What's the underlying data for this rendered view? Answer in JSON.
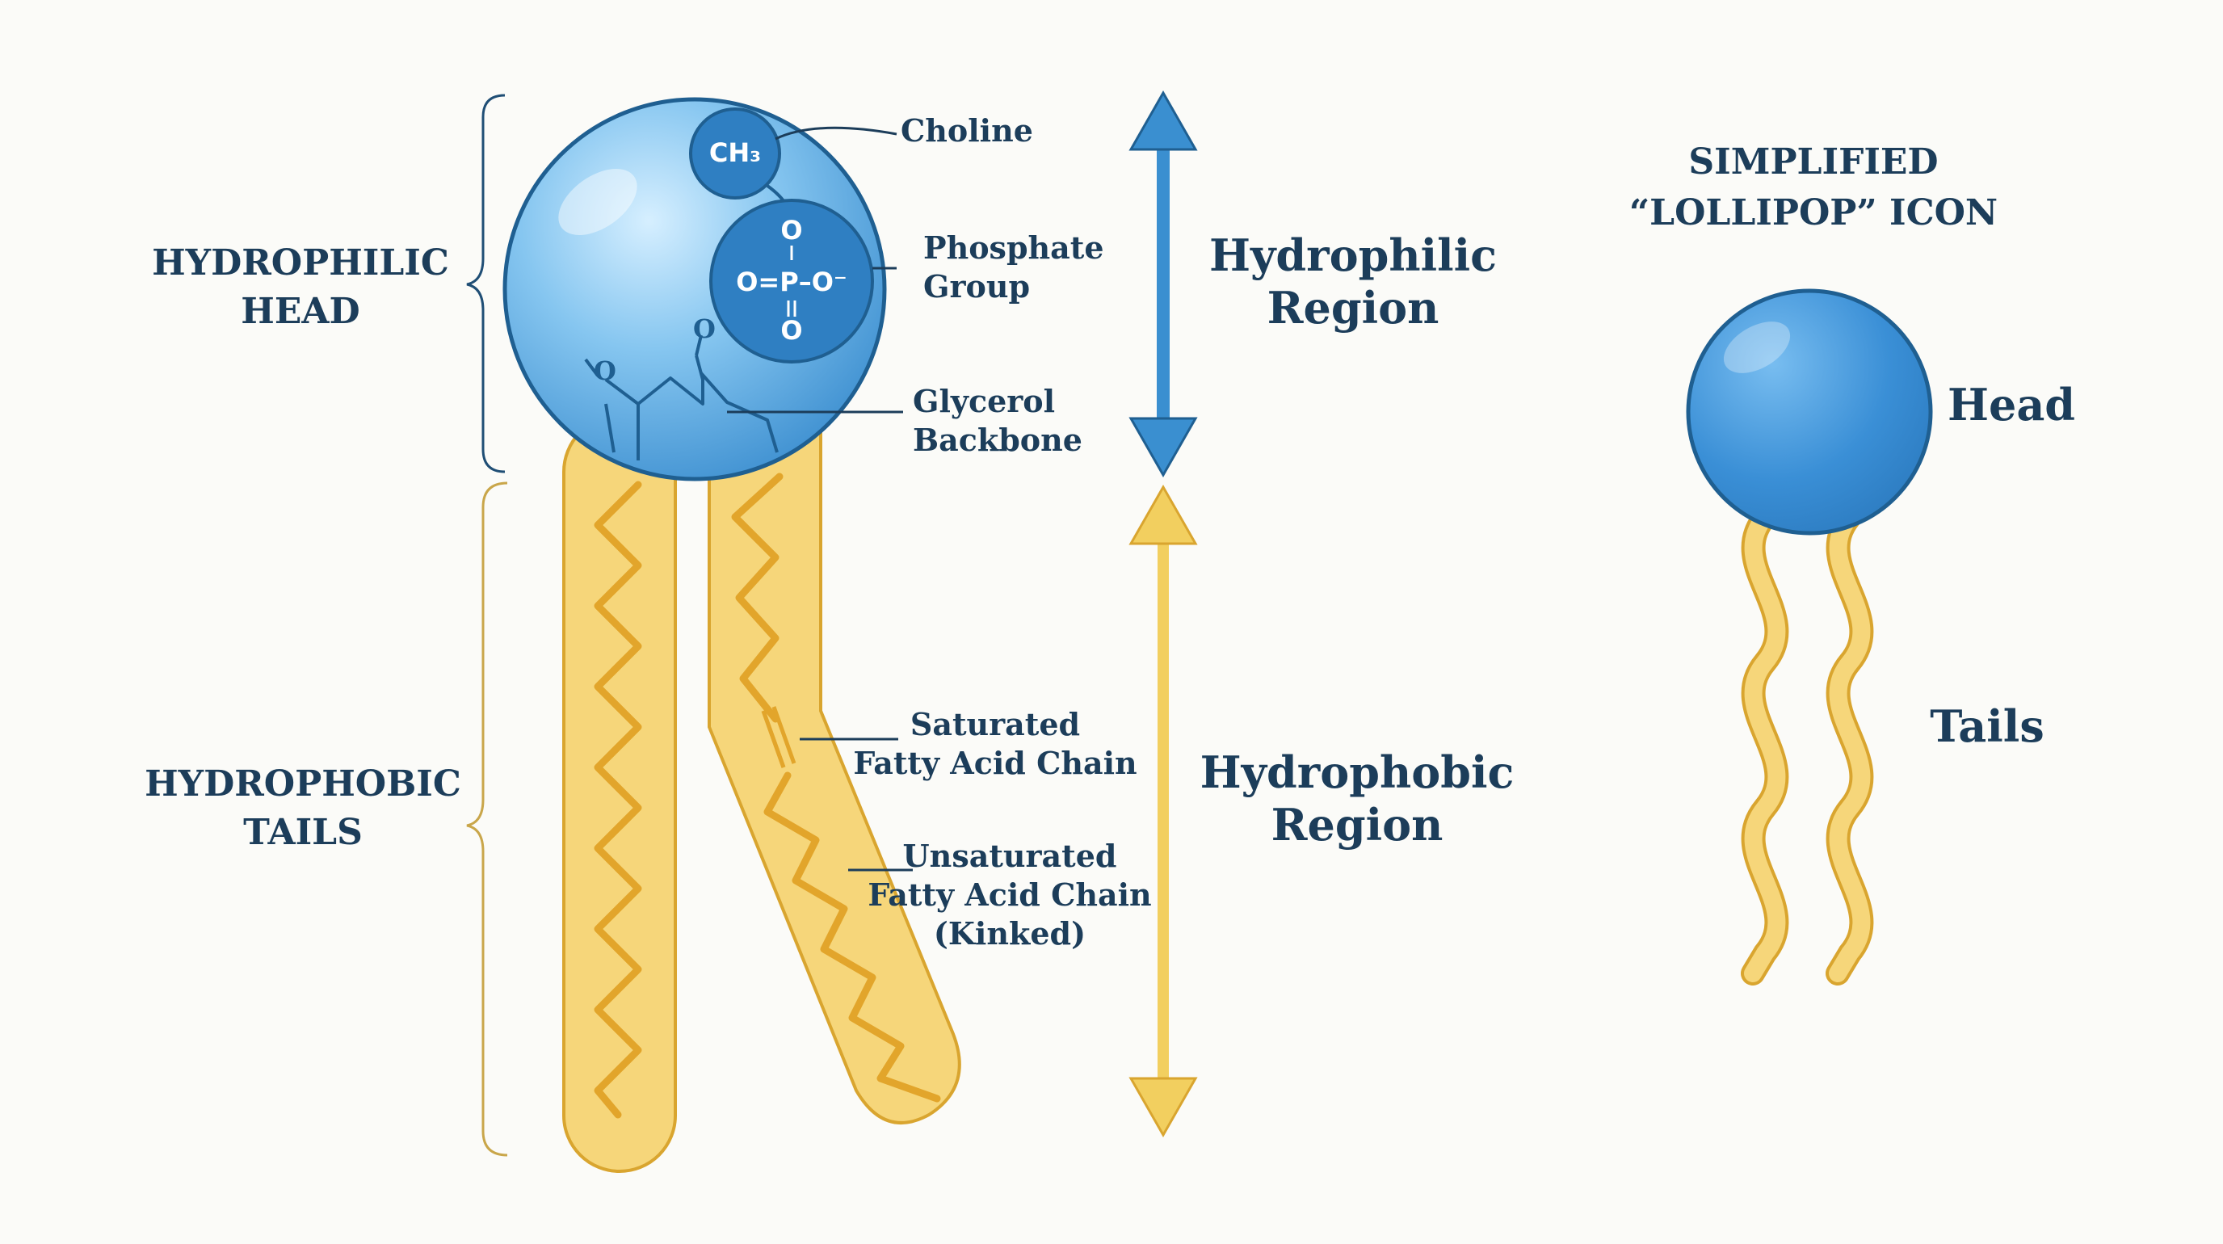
{
  "labels": {
    "hydrophilic_head": [
      "HYDROPHILIC",
      "HEAD"
    ],
    "hydrophobic_tails": [
      "HYDROPHOBIC",
      "TAILS"
    ],
    "choline": "Choline",
    "phosphate": [
      "Phosphate",
      "Group"
    ],
    "glycerol": [
      "Glycerol",
      "Backbone"
    ],
    "saturated": [
      "Saturated",
      "Fatty Acid Chain"
    ],
    "unsaturated": [
      "Unsaturated",
      "Fatty Acid Chain",
      "(Kinked)"
    ],
    "hydrophilic_region": [
      "Hydrophilic",
      "Region"
    ],
    "hydrophobic_region": [
      "Hydrophobic",
      "Region"
    ],
    "simplified_title": [
      "SIMPLIFIED",
      "“LOLLIPOP” ICON"
    ],
    "icon_head": "Head",
    "icon_tails": "Tails"
  },
  "chem": {
    "methyl": "CH₃",
    "phosphate_top": "O",
    "phosphate_mid": "O=P–O⁻",
    "phosphate_bottom": "O",
    "carbonyl_o1": "O",
    "carbonyl_o2": "O"
  },
  "colors": {
    "head_blue": "#4a9fdc",
    "head_outline": "#1f5f91",
    "tail_yellow": "#f5d472",
    "tail_outline": "#d9a52f",
    "text_navy": "#1c3d5a",
    "arrow_blue": "#3a8fd0",
    "arrow_yellow": "#f2cf5f"
  }
}
